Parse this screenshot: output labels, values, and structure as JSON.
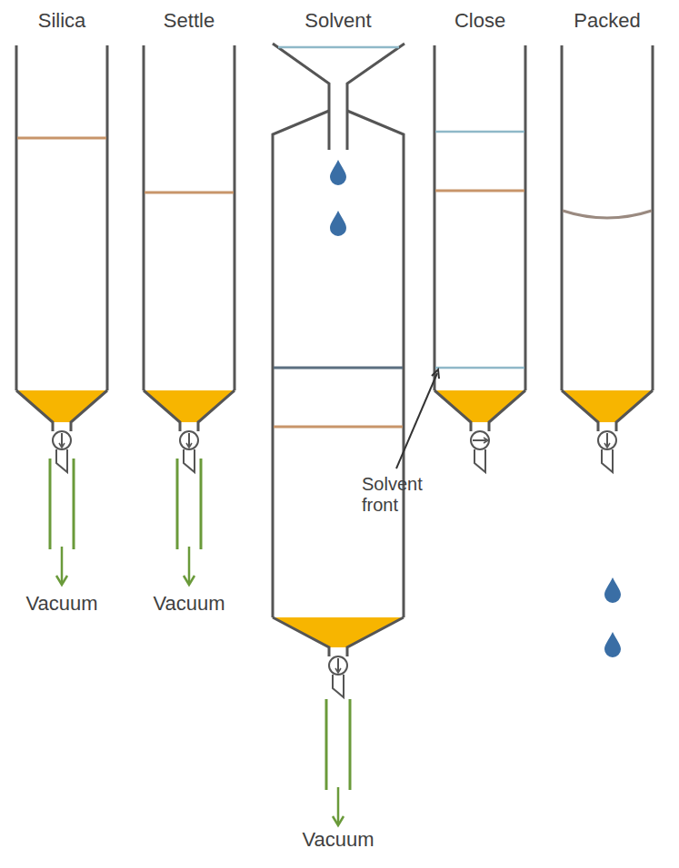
{
  "diagram": {
    "labels": [
      "Silica",
      "Settle",
      "Solvent",
      "Close",
      "Packed",
      "Vacuum",
      "Vacuum",
      "Solvent front",
      "Vacuum"
    ]
  }
}
